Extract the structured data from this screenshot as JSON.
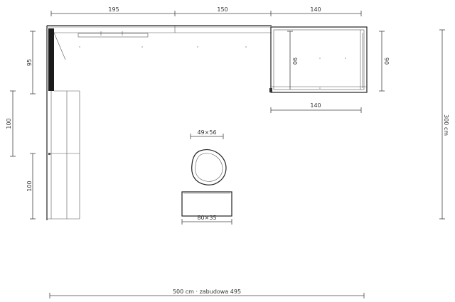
{
  "dimensions": {
    "top_segment_1": "195",
    "top_segment_2": "150",
    "top_segment_3": "140",
    "left_upper": "95",
    "left_middle": "100",
    "left_lower": "100",
    "right_box_inner": "90",
    "right_box_outer": "90",
    "right_box_width": "140",
    "total_height": "300 cm",
    "pouf": "49×56",
    "bench": "80×35",
    "total_width": "500 cm · zabudowa 495"
  }
}
